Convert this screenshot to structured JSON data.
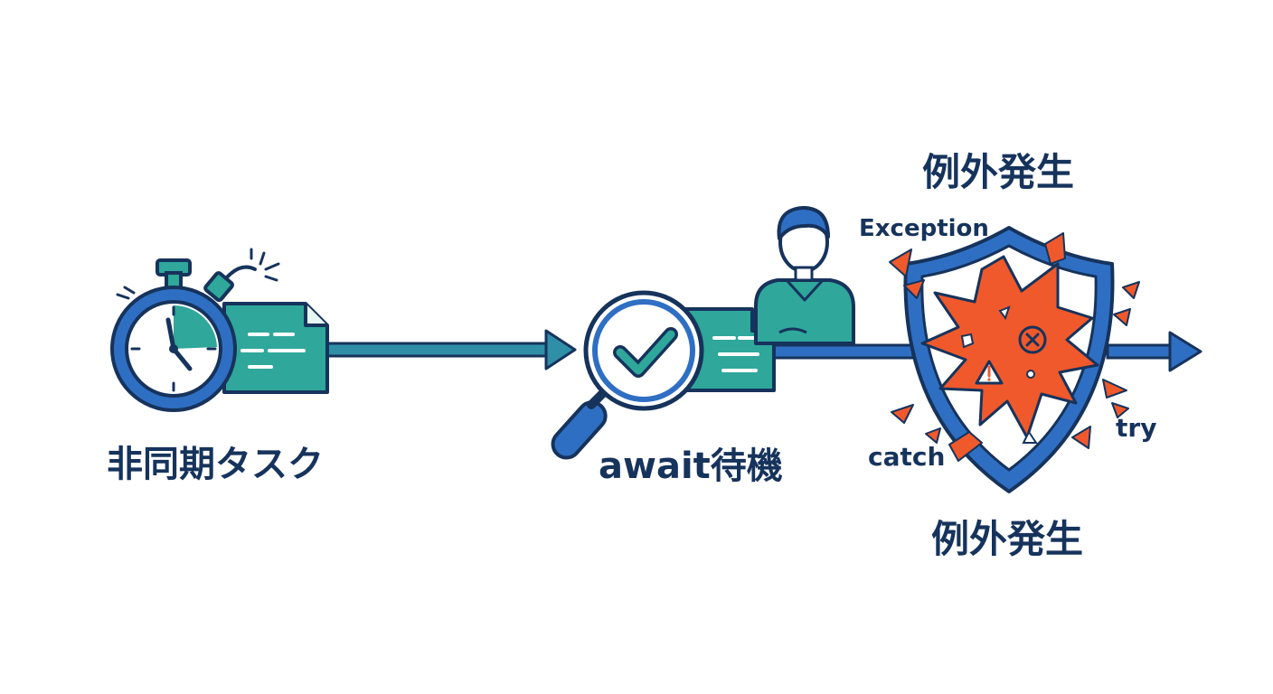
{
  "labels": {
    "async_task": "非同期タスク",
    "await_wait": "await待機",
    "exception_top": "例外発生",
    "exception_bottom": "例外発生",
    "exception_en": "Exception",
    "try": "try",
    "catch": "catch"
  },
  "icons": {
    "stopwatch": "stopwatch-icon",
    "document": "document-icon",
    "magnifier": "magnifier-check-icon",
    "person": "person-icon",
    "shield": "shield-icon",
    "explosion": "explosion-icon"
  },
  "colors": {
    "navy": "#16335c",
    "blue": "#2f6fc3",
    "teal": "#2fa79b",
    "orange": "#f0592b",
    "white": "#ffffff"
  }
}
